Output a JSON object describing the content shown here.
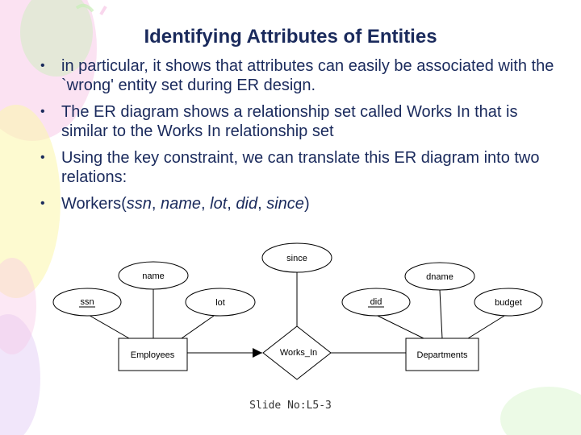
{
  "slide": {
    "title": "Identifying Attributes of Entities",
    "bullets": [
      "in particular, it shows that attributes can easily be associated with the `wrong' entity set during ER design.",
      " The ER diagram shows a relationship set called Works In that is similar to the Works In relationship set",
      "Using the key constraint, we can translate this ER diagram into two relations:"
    ],
    "workers_relation": {
      "prefix": "Workers(",
      "attrs": [
        "ssn",
        "name",
        "lot",
        "did",
        "since"
      ],
      "separator": ", ",
      "suffix": ")"
    },
    "footer": "Slide No:L5-3"
  },
  "diagram": {
    "entities": {
      "employees": "Employees",
      "departments": "Departments"
    },
    "relationship": "Works_In",
    "attributes": {
      "ssn": "ssn",
      "name": "name",
      "lot": "lot",
      "since": "since",
      "did": "did",
      "dname": "dname",
      "budget": "budget"
    }
  },
  "colors": {
    "text": "#1a2a5c",
    "balloon_pink": "#f7c6e6",
    "balloon_green": "#c8f0b8",
    "balloon_yellow": "#fbf6b0",
    "balloon_lavender": "#e0c8f4"
  }
}
